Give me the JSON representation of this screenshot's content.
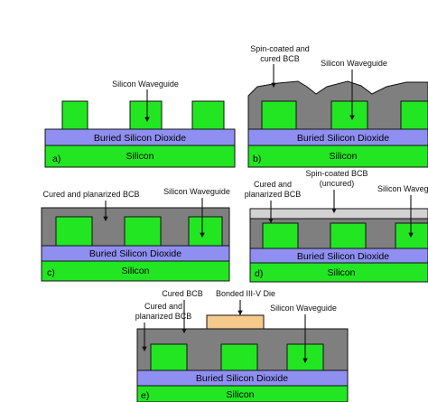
{
  "colors": {
    "silicon": "#22e622",
    "oxide": "#8f8ff2",
    "bcb": "#7f7f7f",
    "bcb_uncured": "#d2d2d2",
    "die": "#f6c98c",
    "stroke": "#111111"
  },
  "panels": {
    "a": {
      "tag": "a)",
      "silicon": "Silicon",
      "oxide": "Buried Silicon Dioxide",
      "callouts": {
        "waveguide": "Silicon Waveguide"
      }
    },
    "b": {
      "tag": "b)",
      "silicon": "Silicon",
      "oxide": "Buried Silicon Dioxide",
      "callouts": {
        "bcb_line1": "Spin-coated and",
        "bcb_line2": "cured BCB",
        "waveguide": "Silicon Waveguide"
      }
    },
    "c": {
      "tag": "c)",
      "silicon": "Silicon",
      "oxide": "Buried Silicon Dioxide",
      "callouts": {
        "bcb": "Cured and planarized BCB",
        "waveguide": "Silicon Waveguide"
      }
    },
    "d": {
      "tag": "d)",
      "silicon": "Silicon",
      "oxide": "Buried Silicon Dioxide",
      "callouts": {
        "cured_line1": "Cured and",
        "cured_line2": "planarized BCB",
        "uncured_line1": "Spin-coated BCB",
        "uncured_line2": "(uncured)",
        "waveguide": "Silicon Waveguide"
      }
    },
    "e": {
      "tag": "e)",
      "silicon": "Silicon",
      "oxide": "Buried Silicon Dioxide",
      "callouts": {
        "cured_bcb": "Cured BCB",
        "die": "Bonded III-V Die",
        "cured_line1": "Cured and",
        "cured_line2": "planarized BCB",
        "waveguide": "Silicon Waveguide"
      }
    }
  }
}
